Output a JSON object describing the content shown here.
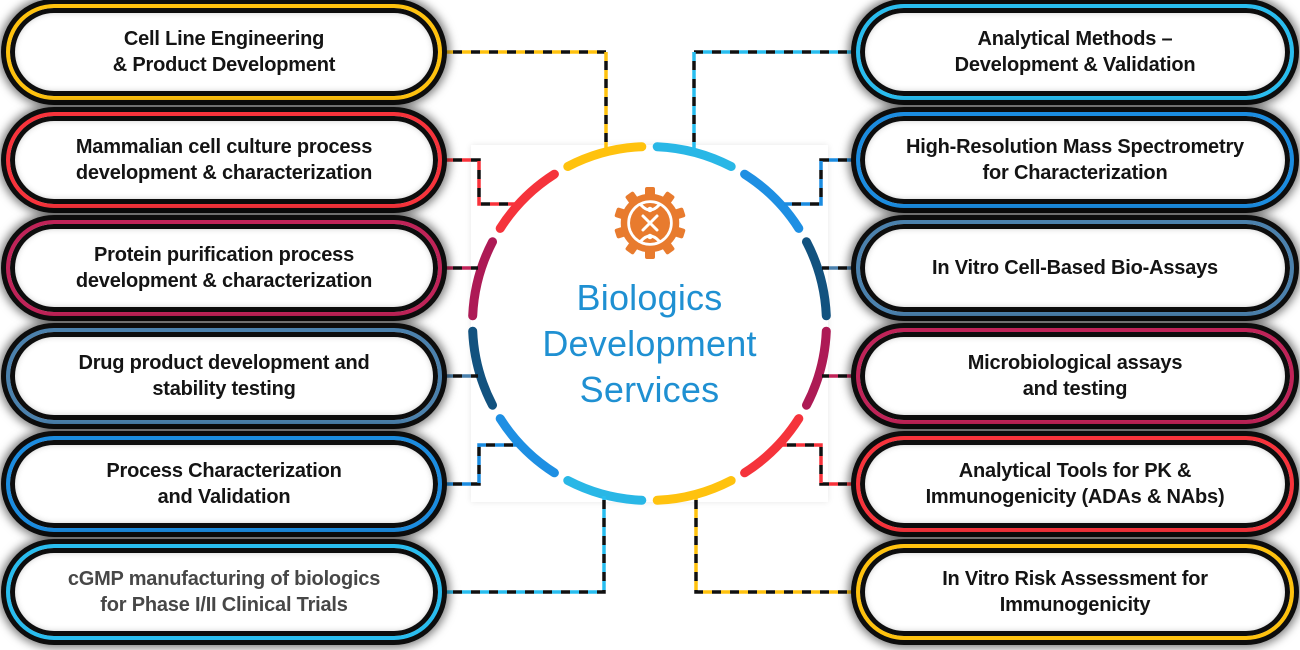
{
  "center": {
    "title_lines": [
      "Biologics",
      "Development",
      "Services"
    ],
    "title_color": "#1F90D2",
    "icon": {
      "name": "dna-gear-icon",
      "color": "#E87B2E"
    }
  },
  "pills": {
    "left": [
      {
        "label_line1": "Cell Line Engineering",
        "label_line2": "& Product Development",
        "color": "#FFC20E"
      },
      {
        "label_line1": "Mammalian cell culture process",
        "label_line2": "development & characterization",
        "color": "#F8333B"
      },
      {
        "label_line1": "Protein purification process",
        "label_line2": "development & characterization",
        "color": "#C02358"
      },
      {
        "label_line1": "Drug product development and",
        "label_line2": "stability testing",
        "color": "#4B81AD"
      },
      {
        "label_line1": "Process Characterization",
        "label_line2": "and Validation",
        "color": "#1B8CE0"
      },
      {
        "label_line1": "cGMP manufacturing of biologics",
        "label_line2": "for Phase I/II Clinical Trials",
        "color": "#29BDEF"
      }
    ],
    "right": [
      {
        "label_line1": "Analytical Methods –",
        "label_line2": "Development & Validation",
        "color": "#29BDEF"
      },
      {
        "label_line1": "High-Resolution Mass Spectrometry",
        "label_line2": "for Characterization",
        "color": "#1B8CE0"
      },
      {
        "label_line1": "In Vitro Cell-Based Bio-Assays",
        "label_line2": "",
        "color": "#4B81AD"
      },
      {
        "label_line1": "Microbiological assays",
        "label_line2": "and testing",
        "color": "#C02358"
      },
      {
        "label_line1": "Analytical Tools for PK &",
        "label_line2": "Immunogenicity (ADAs & NAbs)",
        "color": "#F8333B"
      },
      {
        "label_line1": "In Vitro Risk Assessment for",
        "label_line2": "Immunogenicity",
        "color": "#FFC20E"
      }
    ]
  },
  "ring": {
    "arc_colors_clockwise_from_top": [
      "#29B7E6",
      "#1E8FE3",
      "#12527F",
      "#AD1A55",
      "#F5333B",
      "#FFC20E",
      "#29B7E6",
      "#1E8FE3",
      "#12527F",
      "#AD1A55",
      "#F5333B",
      "#FFC20E"
    ],
    "shadow_color": "#101010"
  }
}
